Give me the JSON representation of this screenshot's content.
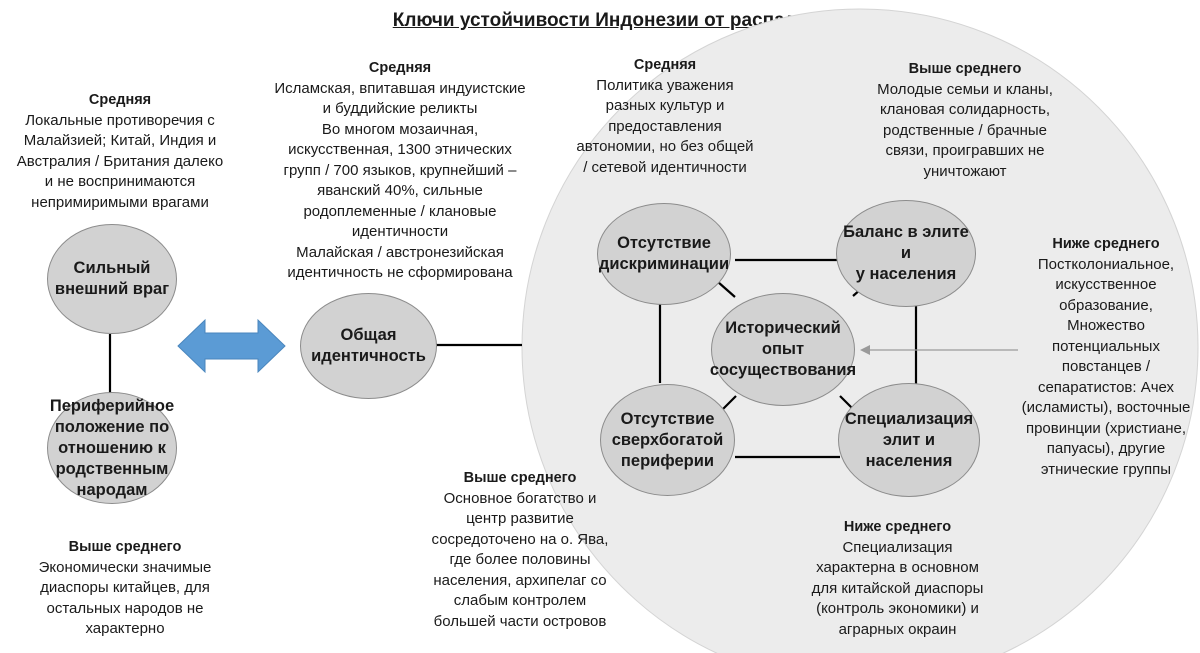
{
  "title": "Ключи устойчивости Индонезии от распада",
  "nodes": {
    "strong_enemy": [
      "Сильный",
      "внешний враг"
    ],
    "peripheral": [
      "Периферийное",
      "положение по",
      "отношению к",
      "родственным",
      "народам"
    ],
    "common_identity": [
      "Общая",
      "идентичность"
    ],
    "no_discrimination": [
      "Отсутствие",
      "дискриминации"
    ],
    "balance": [
      "Баланс в элите и",
      "у населения"
    ],
    "historical": [
      "Исторический",
      "опыт",
      "сосуществования"
    ],
    "no_rich_periphery": [
      "Отсутствие",
      "сверхбогатой",
      "периферии"
    ],
    "specialization": [
      "Специализация",
      "элит и населения"
    ]
  },
  "notes": {
    "enemy": {
      "level": "Средняя",
      "lines": [
        "Локальные противоречия с",
        "Малайзией; Китай, Индия и",
        "Австралия / Британия далеко",
        "и не воспринимаются",
        "непримиримыми врагами"
      ]
    },
    "identity": {
      "level": "Средняя",
      "lines": [
        "Исламская, впитавшая индуистские",
        "и буддийские реликты",
        "Во многом мозаичная,",
        "искусственная, 1300 этнических",
        "групп / 700 языков, крупнейший –",
        "яванский 40%, сильные",
        "родоплеменные / клановые",
        "идентичности",
        "Малайская / австронезийская",
        "идентичность не сформирована"
      ]
    },
    "discrimination": {
      "level": "Средняя",
      "lines": [
        "Политика уважения",
        "разных культур и",
        "предоставления",
        "автономии, но без общей",
        "/ сетевой идентичности"
      ]
    },
    "balance": {
      "level": "Выше среднего",
      "lines": [
        "Молодые семьи и кланы,",
        "клановая солидарность,",
        "родственные / брачные",
        "связи, проигравших не",
        "уничтожают"
      ]
    },
    "historical": {
      "level": "Ниже среднего",
      "lines": [
        "Постколониальное,",
        "искусственное",
        "образование,",
        "Множество",
        "потенциальных",
        "повстанцев /",
        "сепаратистов: Ачех",
        "(исламисты), восточные",
        "провинции (христиане,",
        "папуасы), другие",
        "этнические группы"
      ]
    },
    "periphery": {
      "level": "Выше среднего",
      "lines": [
        "Основное богатство и",
        "центр развитие",
        "сосредоточено на о. Ява,",
        "где более половины",
        "населения, архипелаг со",
        "слабым контролем",
        "большей части островов"
      ]
    },
    "specialization": {
      "level": "Ниже среднего",
      "lines": [
        "Специализация",
        "характерна в основном",
        "для китайской диаспоры",
        "(контроль экономики) и",
        "аграрных окраин"
      ]
    },
    "peripheral": {
      "level": "Выше среднего",
      "lines": [
        "Экономически значимые",
        "диаспоры китайцев, для",
        "остальных народов не",
        "характерно"
      ]
    }
  },
  "colors": {
    "node_fill": "#d2d2d2",
    "big_circle": "#ececec",
    "arrow": "#5b9bd5"
  }
}
